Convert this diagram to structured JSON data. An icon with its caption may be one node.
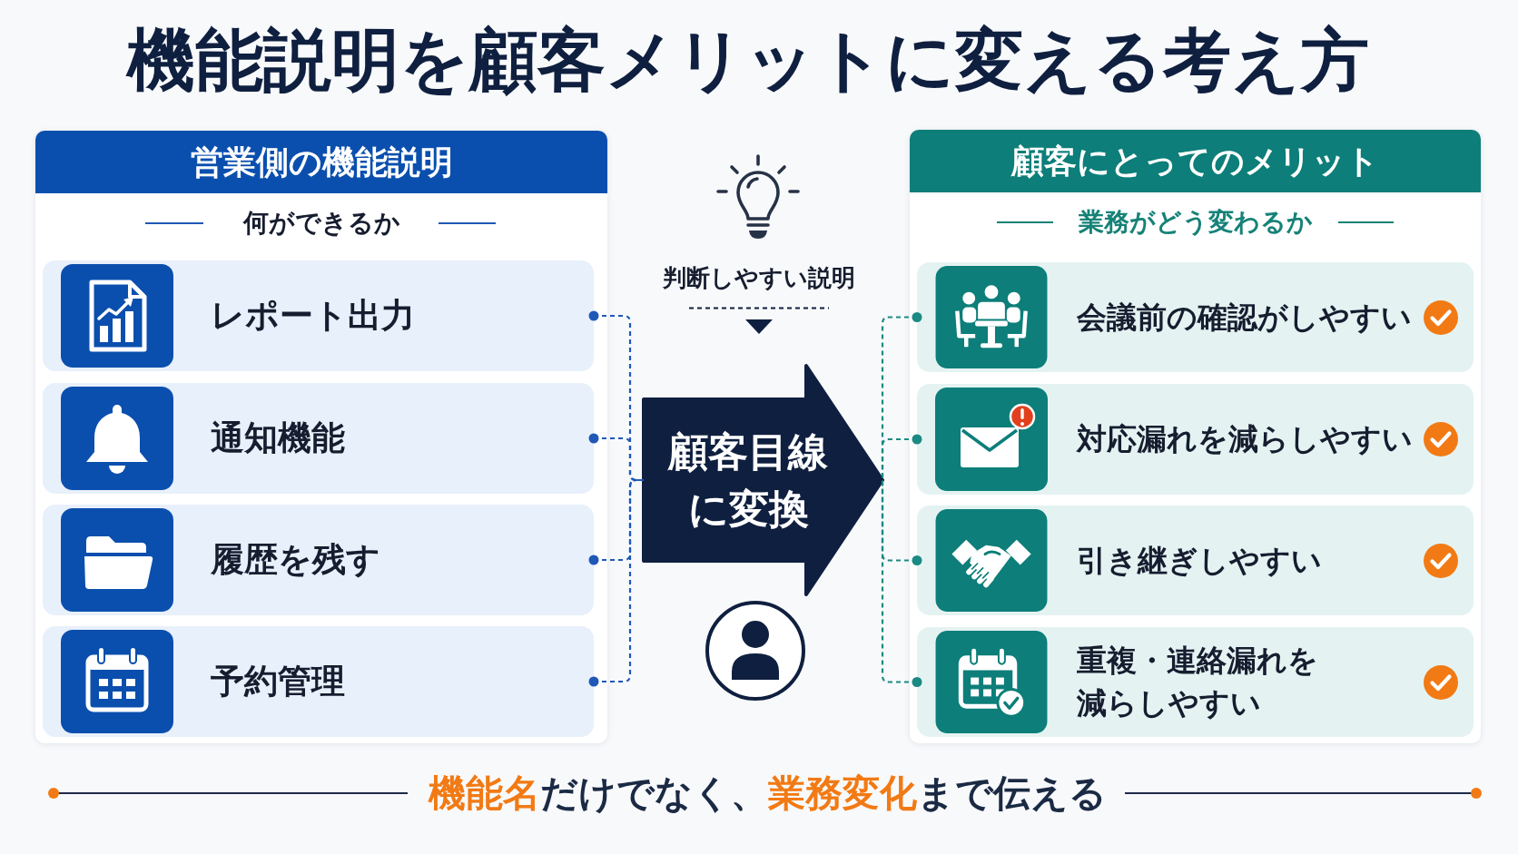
{
  "diagram": {
    "title": "機能説明を顧客メリットに変える考え方",
    "caption": "**機能名**だけでなく、**業務変化**まで伝える",
    "nodes": [
      {
        "text": [
          "営業側の機能説明",
          "何ができるか"
        ]
      },
      {
        "text": [
          "レポート出力"
        ],
        "in": 0
      },
      {
        "text": [
          "通知機能"
        ],
        "in": 0
      },
      {
        "text": [
          "履歴を残す"
        ],
        "in": 0
      },
      {
        "text": [
          "予約管理"
        ],
        "in": 0
      },
      {
        "text": [
          "顧客目線に変換"
        ]
      },
      {
        "text": [
          "顧客にとってのメリット",
          "業務がどう変わるか"
        ]
      },
      {
        "text": [
          "会議前の確認がしやすい"
        ],
        "in": 6
      },
      {
        "text": [
          "対応漏れを減らしやすい"
        ],
        "in": 6
      },
      {
        "text": [
          "引き継ぎしやすい"
        ],
        "in": 6
      },
      {
        "text": [
          "重複・連絡漏れを減らしやすい"
        ],
        "in": 6
      }
    ],
    "edges": [
      {
        "from": 1,
        "to": 5,
        "arrow": "other",
        "style": "dashed"
      },
      {
        "from": 2,
        "to": 5,
        "arrow": "other",
        "style": "dashed"
      },
      {
        "from": 3,
        "to": 5,
        "arrow": "other",
        "style": "dashed"
      },
      {
        "from": 4,
        "to": 5,
        "arrow": "other",
        "style": "dashed"
      },
      {
        "from": 7,
        "to": 5,
        "arrow": "other",
        "style": "dashed",
        "color": "#1b8a83"
      },
      {
        "from": 8,
        "to": 5,
        "arrow": "other",
        "style": "dashed",
        "color": "#1b8a83"
      },
      {
        "from": 9,
        "to": 5,
        "arrow": "other",
        "style": "dashed",
        "color": "#1b8a83"
      },
      {
        "from": 10,
        "to": 5,
        "arrow": "other",
        "style": "dashed",
        "color": "#1b8a83"
      }
    ],
    "labels": [
      "判断しやすい説明"
    ]
  }
}
